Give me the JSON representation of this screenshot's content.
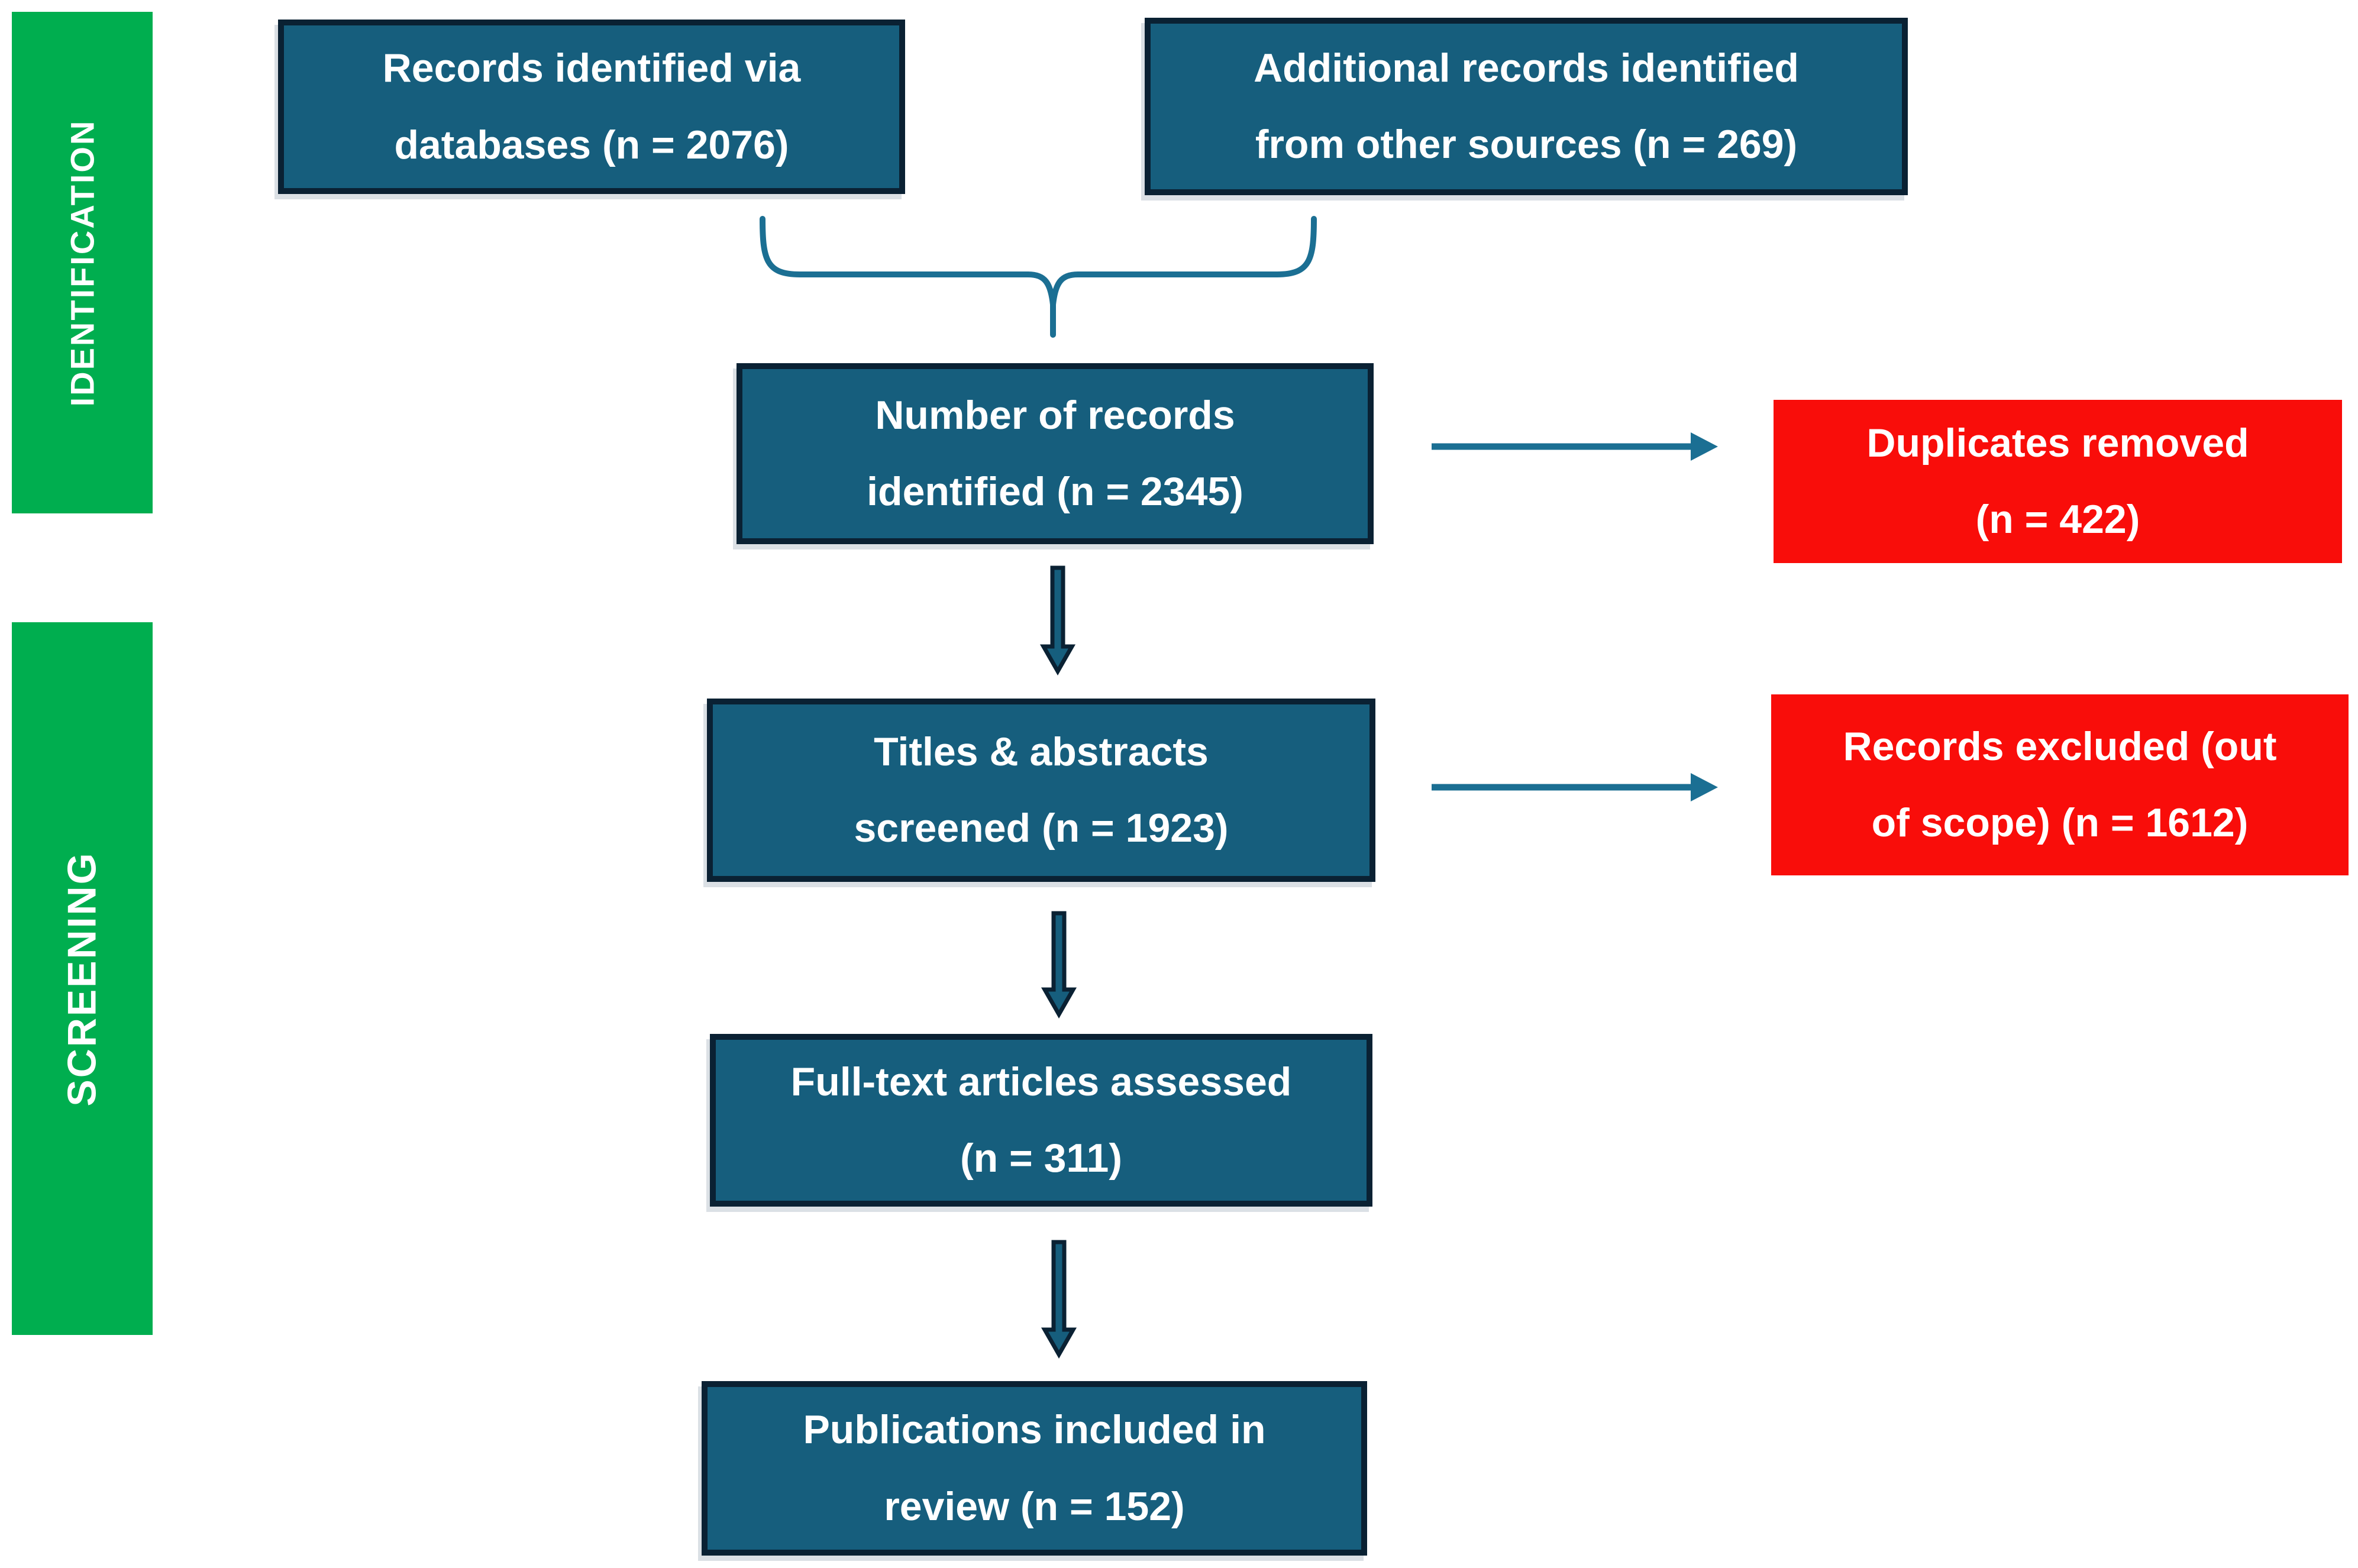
{
  "colors": {
    "green": "#00AE4F",
    "teal": "#165E7D",
    "navy": "#0A2133",
    "red": "#F90D0A",
    "arrow": "#1B6F93",
    "text": "#FFFFFF"
  },
  "stages": {
    "identification": "IDENTIFICATION",
    "screening": "SCREENING"
  },
  "nodes": {
    "db": {
      "line1": "Records identified via",
      "line2": "databases (n = 2076)",
      "n": 2076
    },
    "other": {
      "line1": "Additional records identified",
      "line2": "from other sources (n = 269)",
      "n": 269
    },
    "identified": {
      "line1": "Number of records",
      "line2": "identified (n = 2345)",
      "n": 2345
    },
    "screened": {
      "line1": "Titles & abstracts",
      "line2": "screened (n = 1923)",
      "n": 1923
    },
    "fulltext": {
      "line1": "Full-text articles assessed",
      "line2": "(n = 311)",
      "n": 311
    },
    "included": {
      "line1": "Publications included in",
      "line2": "review (n = 152)",
      "n": 152
    },
    "duplicates": {
      "line1": "Duplicates removed",
      "line2": "(n = 422)",
      "n": 422
    },
    "excluded": {
      "line1": "Records excluded (out",
      "line2": "of scope) (n = 1612)",
      "n": 1612
    }
  }
}
